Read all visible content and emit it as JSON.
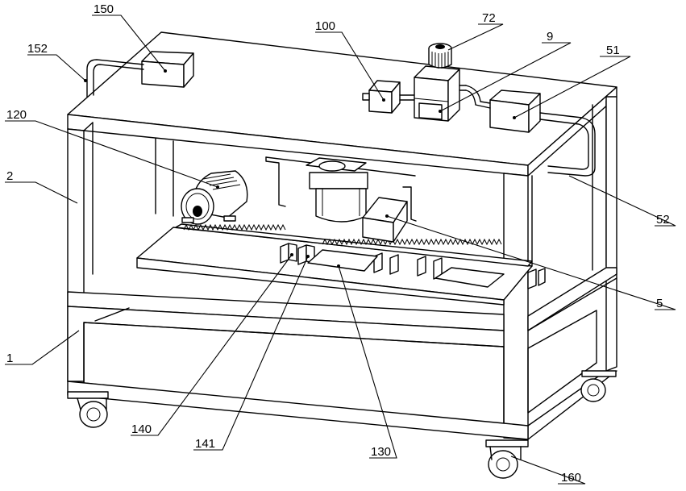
{
  "labels": {
    "l150": "150",
    "l152": "152",
    "l120": "120",
    "l2": "2",
    "l1": "1",
    "l100": "100",
    "l72": "72",
    "l9": "9",
    "l51": "51",
    "l52": "52",
    "l5": "5",
    "l140": "140",
    "l141": "141",
    "l130": "130",
    "l160": "160"
  }
}
